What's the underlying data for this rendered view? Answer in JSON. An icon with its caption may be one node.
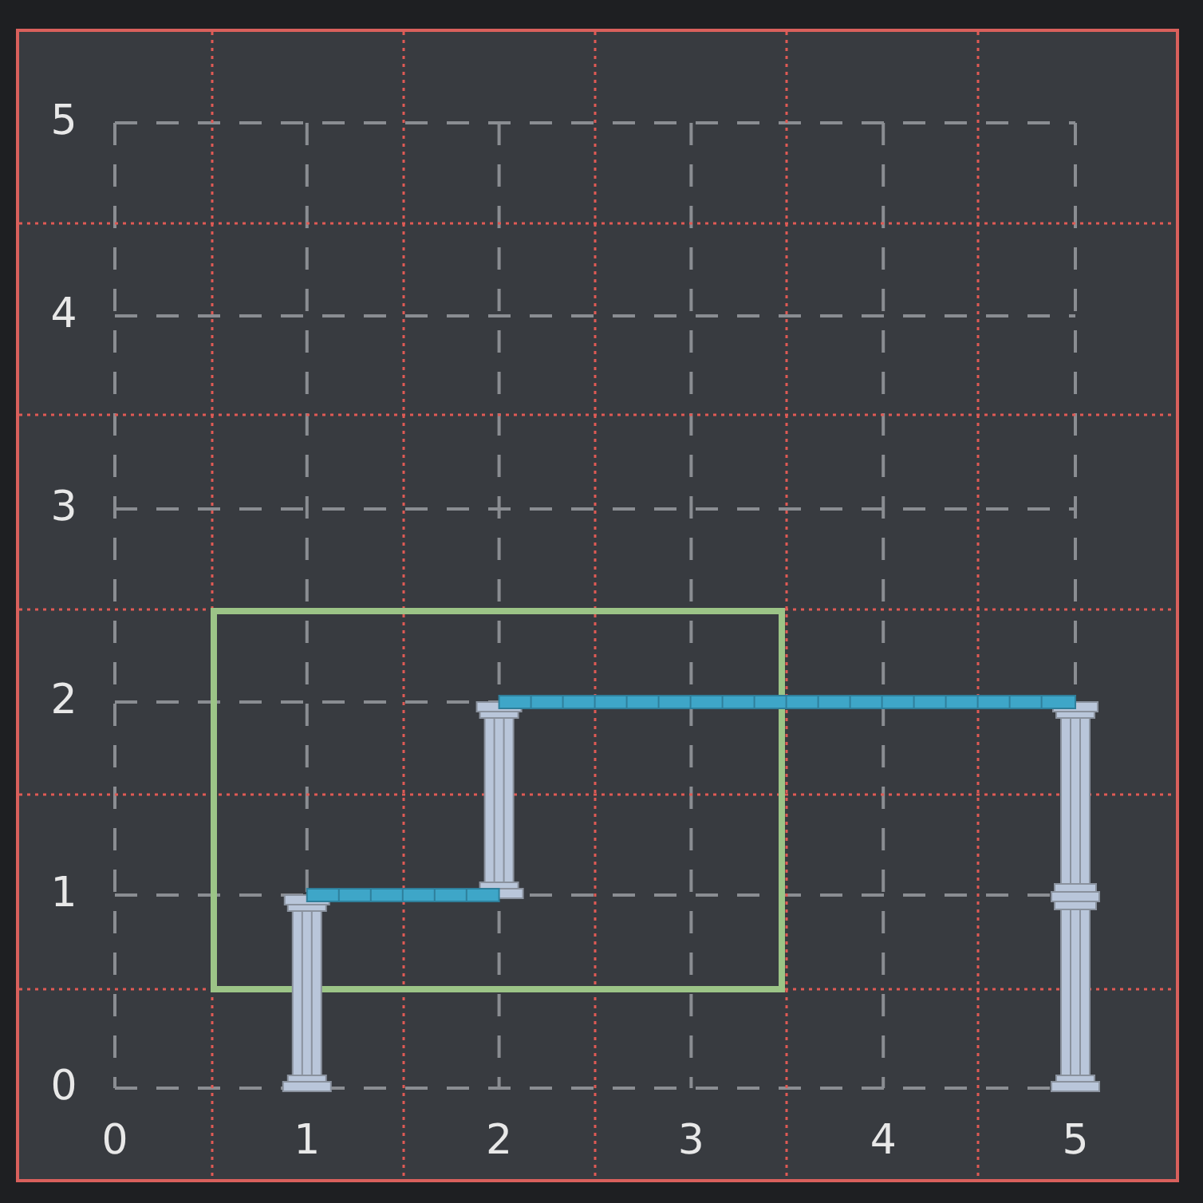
{
  "diagram": {
    "labels": [
      "5",
      "4",
      "3",
      "2",
      "1",
      "0",
      "0",
      "1",
      "2",
      "3",
      "4",
      "5"
    ]
  }
}
